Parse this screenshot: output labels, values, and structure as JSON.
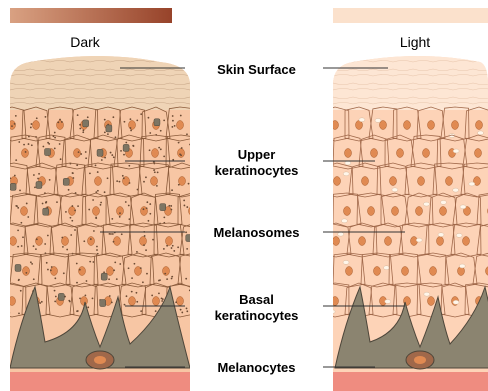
{
  "columns": {
    "left": {
      "title": "Dark",
      "swatch_colors": [
        "#d9a182",
        "#97432a"
      ]
    },
    "right": {
      "title": "Light",
      "swatch_colors": [
        "#fbe1cc",
        "#fbe1cc"
      ]
    }
  },
  "labels": {
    "skin_surface": "Skin Surface",
    "upper_keratinocytes": [
      "Upper",
      "keratinocytes"
    ],
    "melanosomes": "Melanosomes",
    "basal_keratinocytes": [
      "Basal",
      "keratinocytes"
    ],
    "melanocytes": "Melanocytes"
  },
  "colors": {
    "dark_surface": "#efd4b6",
    "dark_cells": "#f7c6a4",
    "dark_cell_line": "#8a5a3a",
    "light_surface": "#fde6d4",
    "light_cells": "#fdd3b7",
    "nucleus": "#e08a52",
    "melanocyte": "#8b8470",
    "dermis": "#ef8c80"
  }
}
